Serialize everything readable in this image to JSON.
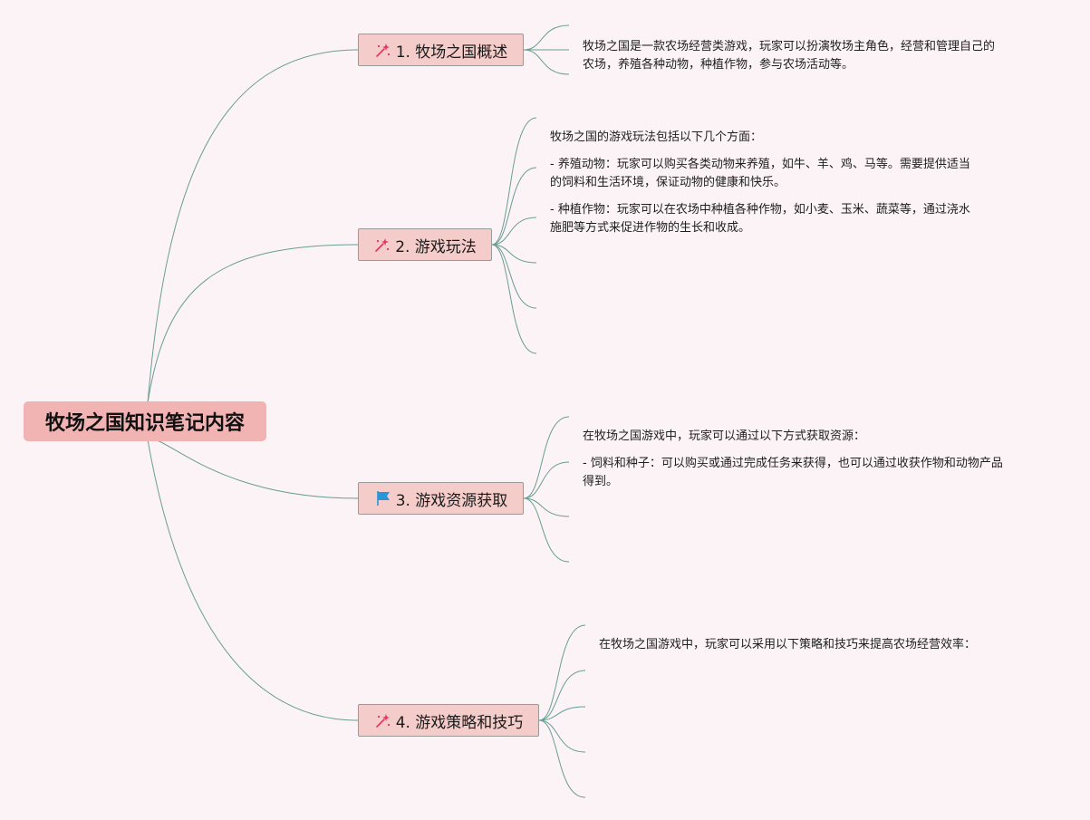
{
  "central": {
    "label": "牧场之国知识笔记内容"
  },
  "colors": {
    "background": "#fbf3f5",
    "central_fill": "#f2b3b3",
    "topic_fill": "#f4cdca",
    "topic_border": "#9a9a9a",
    "connector": "#6a9e93",
    "sparkle_icon": "#e3345a",
    "flag_icon": "#2a96d8"
  },
  "topics": [
    {
      "label": "1. 牧场之国概述",
      "icon": "sparkle-icon",
      "notes": [
        "牧场之国是一款农场经营类游戏，玩家可以扮演牧场主角色，经营和管理自己的",
        "农场，养殖各种动物，种植作物，参与农场活动等。"
      ]
    },
    {
      "label": "2. 游戏玩法",
      "icon": "sparkle-icon",
      "notes": [
        "牧场之国的游戏玩法包括以下几个方面：",
        "- 养殖动物：玩家可以购买各类动物来养殖，如牛、羊、鸡、马等。需要提供适当",
        "的饲料和生活环境，保证动物的健康和快乐。",
        "- 种植作物：玩家可以在农场中种植各种作物，如小麦、玉米、蔬菜等，通过浇水",
        "施肥等方式来促进作物的生长和收成。"
      ]
    },
    {
      "label": "3. 游戏资源获取",
      "icon": "flag-icon",
      "notes": [
        "在牧场之国游戏中，玩家可以通过以下方式获取资源：",
        "- 饲料和种子：可以购买或通过完成任务来获得，也可以通过收获作物和动物产品",
        "得到。"
      ]
    },
    {
      "label": "4. 游戏策略和技巧",
      "icon": "sparkle-icon",
      "notes": [
        "在牧场之国游戏中，玩家可以采用以下策略和技巧来提高农场经营效率："
      ]
    }
  ]
}
